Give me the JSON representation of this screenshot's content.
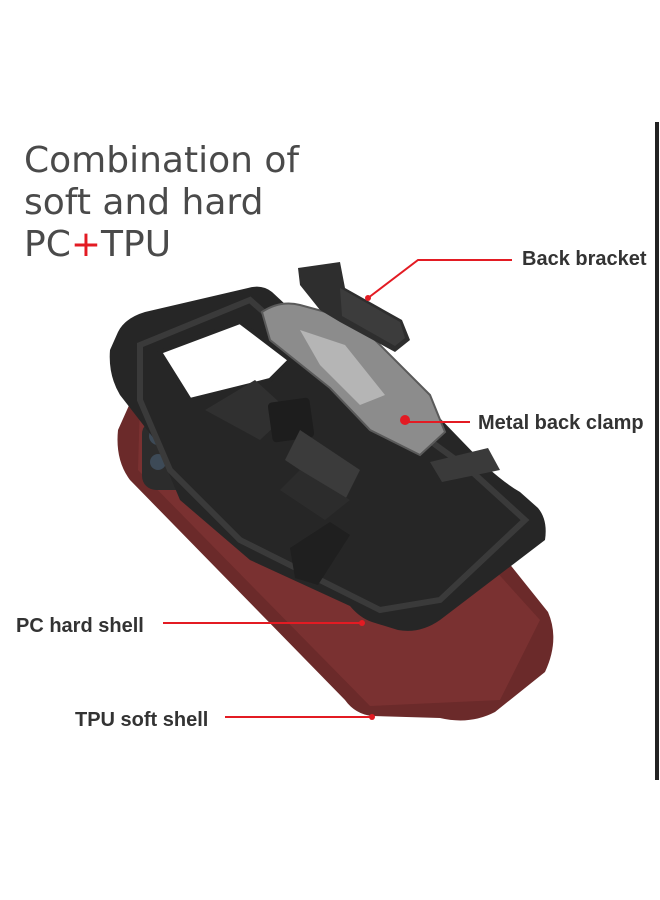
{
  "headline": {
    "line1": "Combination of",
    "line2": "soft and hard",
    "pc": "PC",
    "plus": "+",
    "tpu": "TPU"
  },
  "callouts": {
    "back_bracket": "Back bracket",
    "metal_back_clamp": "Metal back clamp",
    "pc_hard_shell": "PC hard shell",
    "tpu_soft_shell": "TPU soft shell"
  },
  "colors": {
    "accent": "#e31b23",
    "tpu_shell": "#6b2a2a",
    "pc_frame": "#2a2a2a",
    "metal_clamp": "#8c8c8c",
    "headline_text": "#4a4a4a"
  },
  "icons": [
    "phone-case-illustration",
    "callout-line"
  ]
}
